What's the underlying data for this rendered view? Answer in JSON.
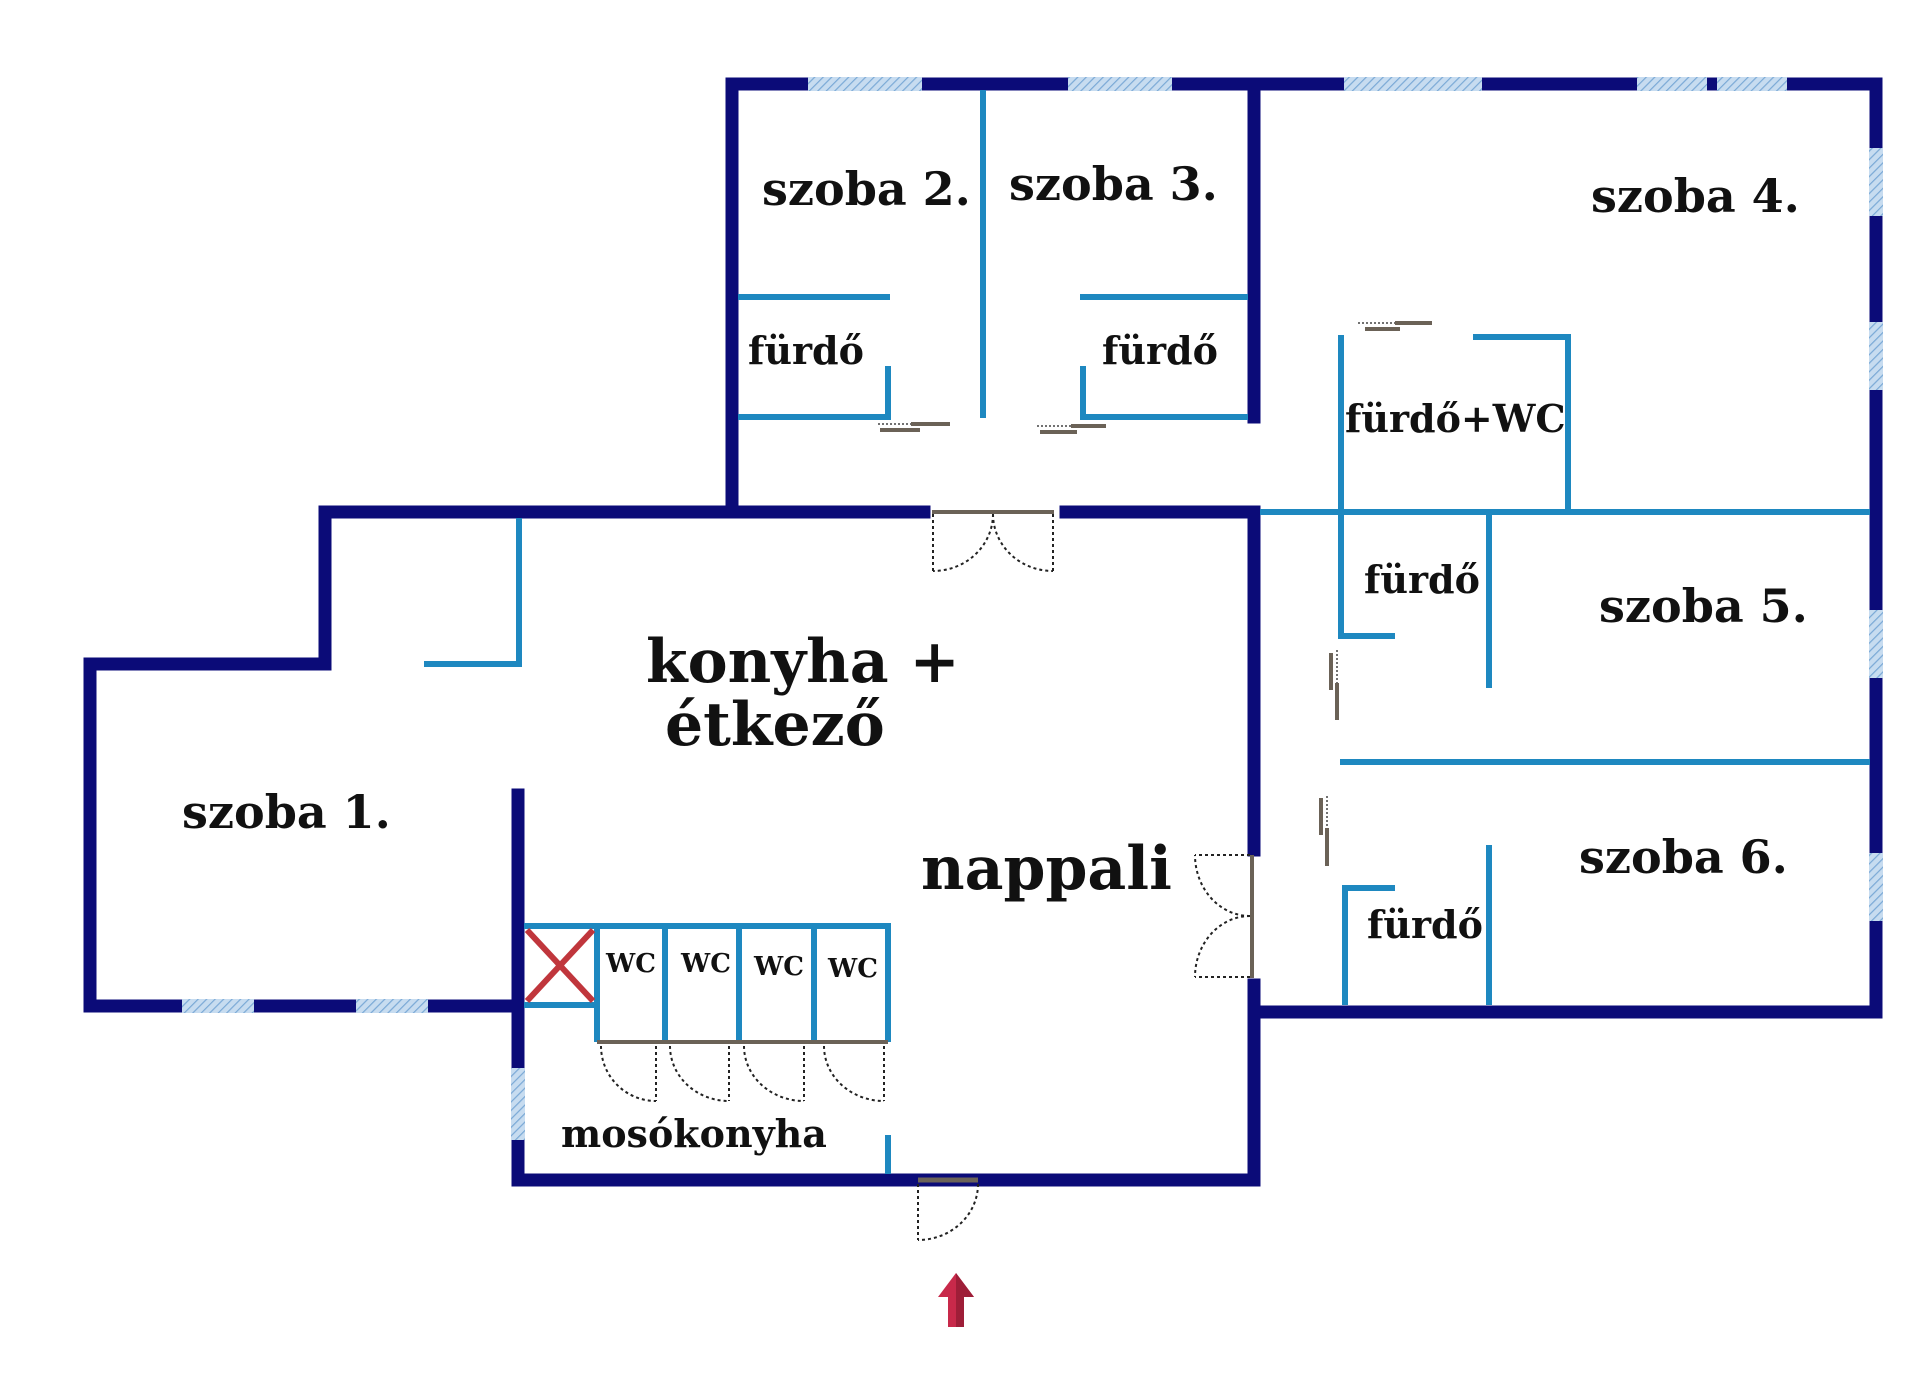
{
  "rooms": {
    "szoba1": "szoba 1.",
    "szoba2": "szoba 2.",
    "szoba3": "szoba 3.",
    "szoba4": "szoba 4.",
    "szoba5": "szoba 5.",
    "szoba6": "szoba 6.",
    "furdo_a": "fürdő",
    "furdo_b": "fürdő",
    "furdo_c": "fürdő",
    "furdo_d": "fürdő",
    "furdo_wc": "fürdő+WC",
    "konyha_1": "konyha +",
    "konyha_2": "étkező",
    "nappali": "nappali",
    "mosokonyha": "mosókonyha",
    "wc1": "WC",
    "wc2": "WC",
    "wc3": "WC",
    "wc4": "WC"
  },
  "colors": {
    "outer_wall": "#0b0b78",
    "inner_wall": "#1e88c0",
    "window": "#9cc3e6",
    "door": "#6b6257",
    "cross_mark": "#c0363c",
    "entrance_arrow": "#c8294a"
  }
}
